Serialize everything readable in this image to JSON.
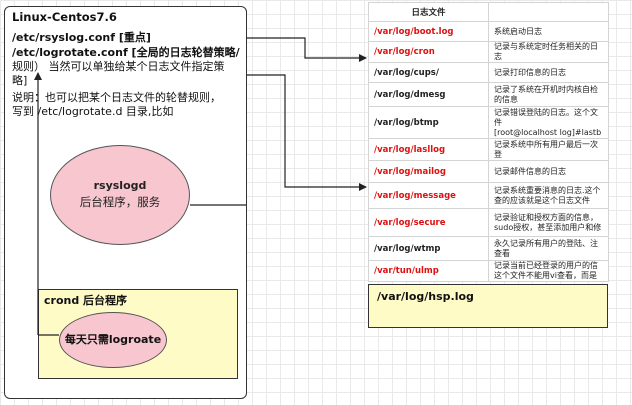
{
  "frame": {
    "title": "Linux-Centos7.6",
    "lines": [
      "/etc/rsyslog.conf [重点]",
      "/etc/logrotate.conf [全局的日志轮替策略/",
      "规则）  当然可以单独给某个日志文件指定策",
      "略]",
      "说明：也可以把某个日志文件的轮替规则，",
      "写到 /etc/logrotate.d 目录,比如"
    ]
  },
  "rsyslogd": {
    "name": "rsyslogd",
    "desc": "后台程序，服务"
  },
  "cron": {
    "label": "crond 后台程序",
    "task": "每天只需logroate"
  },
  "table": {
    "header": [
      "日志文件",
      ""
    ],
    "rows": [
      {
        "path": "/var/log/boot.log",
        "color": "red",
        "desc": [
          "系统启动日志"
        ]
      },
      {
        "path": "/var/log/cron",
        "color": "red",
        "desc": [
          "记录与系统定时任务相关的日志"
        ]
      },
      {
        "path": "/var/log/cups/",
        "color": "black",
        "desc": [
          "记录打印信息的日志"
        ]
      },
      {
        "path": "/var/log/dmesg",
        "color": "black",
        "desc": [
          "记录了系统在开机时内核自检的信息"
        ]
      },
      {
        "path": "/var/log/btmp",
        "color": "black",
        "desc": [
          "记录错误登陆的日志。这个文件",
          "[root@localhost log]#lastb"
        ]
      },
      {
        "path": "/var/log/lasllog",
        "color": "red",
        "desc": [
          "记录系统中所有用户最后一次登"
        ]
      },
      {
        "path": "/var/log/mailog",
        "color": "red",
        "desc": [
          "记录邮件信息的日志"
        ]
      },
      {
        "path": "/var/log/message",
        "color": "red",
        "desc": [
          "记录系统重要消息的日志.这个",
          "查的应该就是这个日志文件"
        ]
      },
      {
        "path": "/var/log/secure",
        "color": "red",
        "desc": [
          "记录验证和授权方面的信息，",
          "sudo授权，甚至添加用户和修"
        ]
      },
      {
        "path": "/var/log/wtmp",
        "color": "black",
        "desc": [
          "永久记录所有用户的登陆、注",
          "查看"
        ]
      },
      {
        "path": "/var/tun/ulmp",
        "color": "red",
        "desc": [
          "记录当前已经登录的用户的信",
          "这个文件不能用vi查看，而是"
        ]
      }
    ]
  },
  "hsp": {
    "label": "/var/log/hsp.log"
  }
}
